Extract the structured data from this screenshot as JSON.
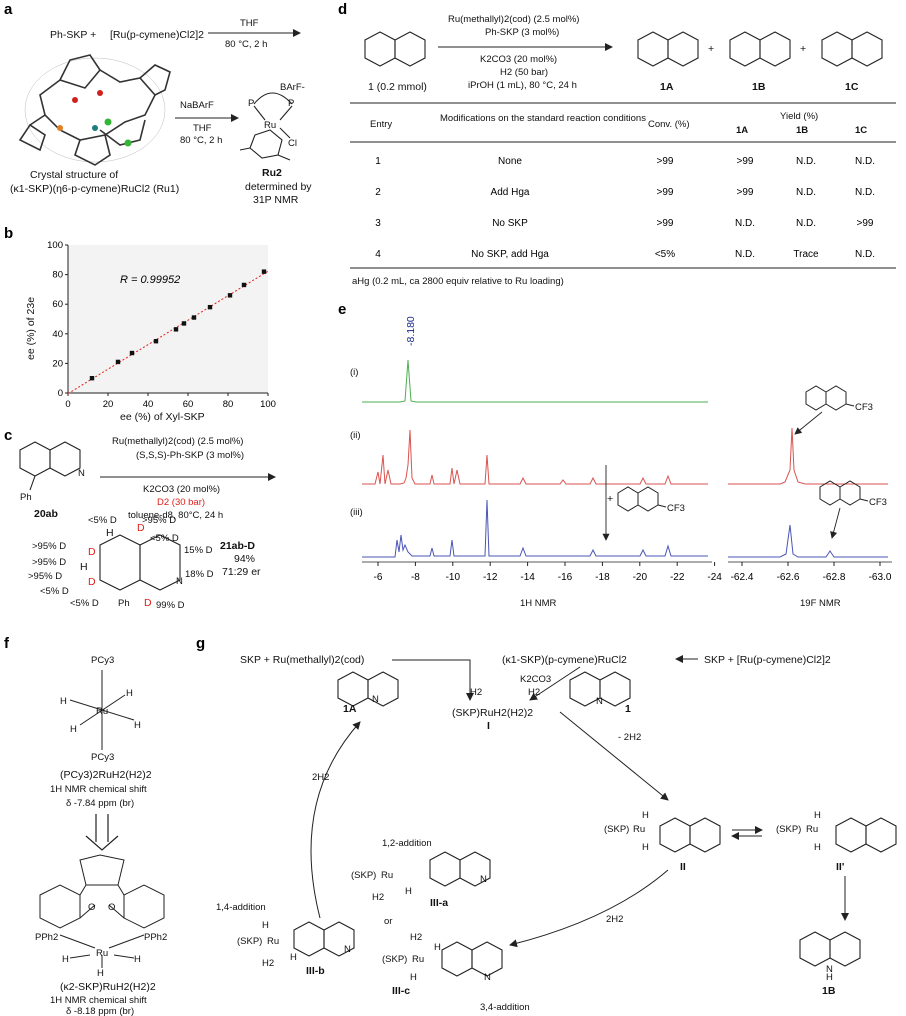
{
  "panels": {
    "a": {
      "label": "a",
      "reactant_1": "Ph-SKP +",
      "reactant_2": "[Ru(p-cymene)Cl2]2",
      "cond_top_1": "THF",
      "cond_top_2": "80 °C, 2 h",
      "cond_side_1": "NaBArF",
      "cond_side_2": "THF",
      "cond_side_3": "80 °C, 2 h",
      "crystal_caption_1": "Crystal structure of",
      "crystal_caption_2": "(κ1-SKP)(η6-p-cymene)RuCl2 (Ru1)",
      "ru2_label": "Ru2",
      "ru2_caption_1": "determined by",
      "ru2_caption_2": "31P NMR",
      "ru2_counterion": "BArF-",
      "ru2_cl": "Cl",
      "ru2_p": "P",
      "ru2_ru": "Ru"
    },
    "b": {
      "label": "b",
      "r_annotation": "R = 0.99952",
      "xlabel": "ee (%) of Xyl-SKP",
      "ylabel": "ee (%) of 23e"
    },
    "c": {
      "label": "c",
      "cond_1": "Ru(methallyl)2(cod) (2.5 mol%)",
      "cond_2": "(S,S,S)-Ph-SKP (3 mol%)",
      "cond_3": "K2CO3 (20 mol%)",
      "cond_4": "D2 (30 bar)",
      "cond_5": "toluene-d8, 80°C, 24 h",
      "substrate_label": "20ab",
      "substrate_ph": "Ph",
      "product_label": "21ab-D",
      "product_yield": "94%",
      "product_er": "71:29 er",
      "deut": [
        ">95% D",
        "<5% D",
        ">95% D",
        "<5% D",
        ">95% D",
        "<5% D",
        "15% D",
        ">95% D",
        "18% D",
        "<5% D",
        "99% D"
      ],
      "atoms": [
        "D",
        "H",
        "D",
        "D",
        "H",
        "D",
        "H",
        "D",
        "N",
        "Ph"
      ]
    },
    "d": {
      "label": "d",
      "cond_1": "Ru(methallyl)2(cod) (2.5 mol%)",
      "cond_2": "Ph-SKP (3 mol%)",
      "cond_3": "K2CO3 (20 mol%)",
      "cond_4": "H2 (50 bar)",
      "cond_5": "iPrOH (1 mL), 80 °C, 24 h",
      "substrate": "1 (0.2 mmol)",
      "products": [
        "1A",
        "1B",
        "1C"
      ],
      "plus": "+",
      "table": {
        "headers": [
          "Entry",
          "Modifications on the standard reaction conditions",
          "Conv. (%)",
          "Yield (%)",
          "1A",
          "1B",
          "1C"
        ],
        "rows": [
          [
            "1",
            "None",
            ">99",
            ">99",
            "N.D.",
            "N.D."
          ],
          [
            "2",
            "Add Hga",
            ">99",
            ">99",
            "N.D.",
            "N.D."
          ],
          [
            "3",
            "No SKP",
            ">99",
            "N.D.",
            "N.D.",
            ">99"
          ],
          [
            "4",
            "No SKP, add Hga",
            "<5%",
            "N.D.",
            "Trace",
            "N.D."
          ]
        ],
        "footnote": "aHg (0.2 mL, ca 2800 equiv relative to Ru loading)"
      }
    },
    "e": {
      "label": "e",
      "peak_label": "-8.180",
      "traces": [
        "(i)",
        "(ii)",
        "(iii)"
      ],
      "h_ticks": [
        "-6",
        "-8",
        "-10",
        "-12",
        "-14",
        "-16",
        "-18",
        "-20",
        "-22",
        "-24"
      ],
      "f_ticks": [
        "-62.4",
        "-62.6",
        "-62.8",
        "-63.0"
      ],
      "h_xlabel": "1H NMR",
      "f_xlabel": "19F NMR",
      "cf3": "CF3",
      "plus": "+"
    },
    "f": {
      "label": "f",
      "top_formula": "(PCy3)2RuH2(H2)2",
      "top_shift_1": "1H NMR chemical shift",
      "top_shift_2": "δ -7.84 ppm (br)",
      "bottom_formula": "(κ2-SKP)RuH2(H2)2",
      "bottom_shift_1": "1H NMR chemical shift",
      "bottom_shift_2": "δ -8.18 ppm (br)",
      "pcy3": "PCy3",
      "pph2": "PPh2",
      "h": "H",
      "ru": "Ru",
      "o": "O"
    },
    "g": {
      "label": "g",
      "top_left": "SKP + Ru(methallyl)2(cod)",
      "top_mid": "(κ1-SKP)(p-cymene)RuCl2",
      "top_right": "SKP + [Ru(p-cymene)Cl2]2",
      "h2": "H2",
      "k2co3": "K2CO3",
      "complex_I": "(SKP)RuH2(H2)2",
      "label_I": "I",
      "minus_2h2": "- 2H2",
      "two_h2": "2H2",
      "label_1A": "1A",
      "label_1": "1",
      "label_II": "II",
      "label_IIp": "II'",
      "label_1B": "1B",
      "add_12": "1,2-addition",
      "add_14": "1,4-addition",
      "add_34": "3,4-addition",
      "label_IIIa": "III-a",
      "label_IIIb": "III-b",
      "label_IIIc": "III-c",
      "or": "or",
      "skp": "(SKP)",
      "ru": "Ru",
      "h": "H",
      "n": "N"
    }
  },
  "chart_data": {
    "type": "scatter",
    "xlabel": "ee (%) of Xyl-SKP",
    "ylabel": "ee (%) of 23e",
    "xlim": [
      0,
      100
    ],
    "ylim": [
      0,
      100
    ],
    "xticks": [
      0,
      20,
      40,
      60,
      80,
      100
    ],
    "yticks": [
      0,
      20,
      40,
      60,
      80,
      100
    ],
    "x": [
      12,
      25,
      32,
      44,
      54,
      58,
      63,
      71,
      81,
      88,
      98
    ],
    "y": [
      10,
      21,
      27,
      35,
      43,
      47,
      51,
      58,
      66,
      73,
      82
    ],
    "trendline": true,
    "annotation": "R = 0.99952"
  }
}
